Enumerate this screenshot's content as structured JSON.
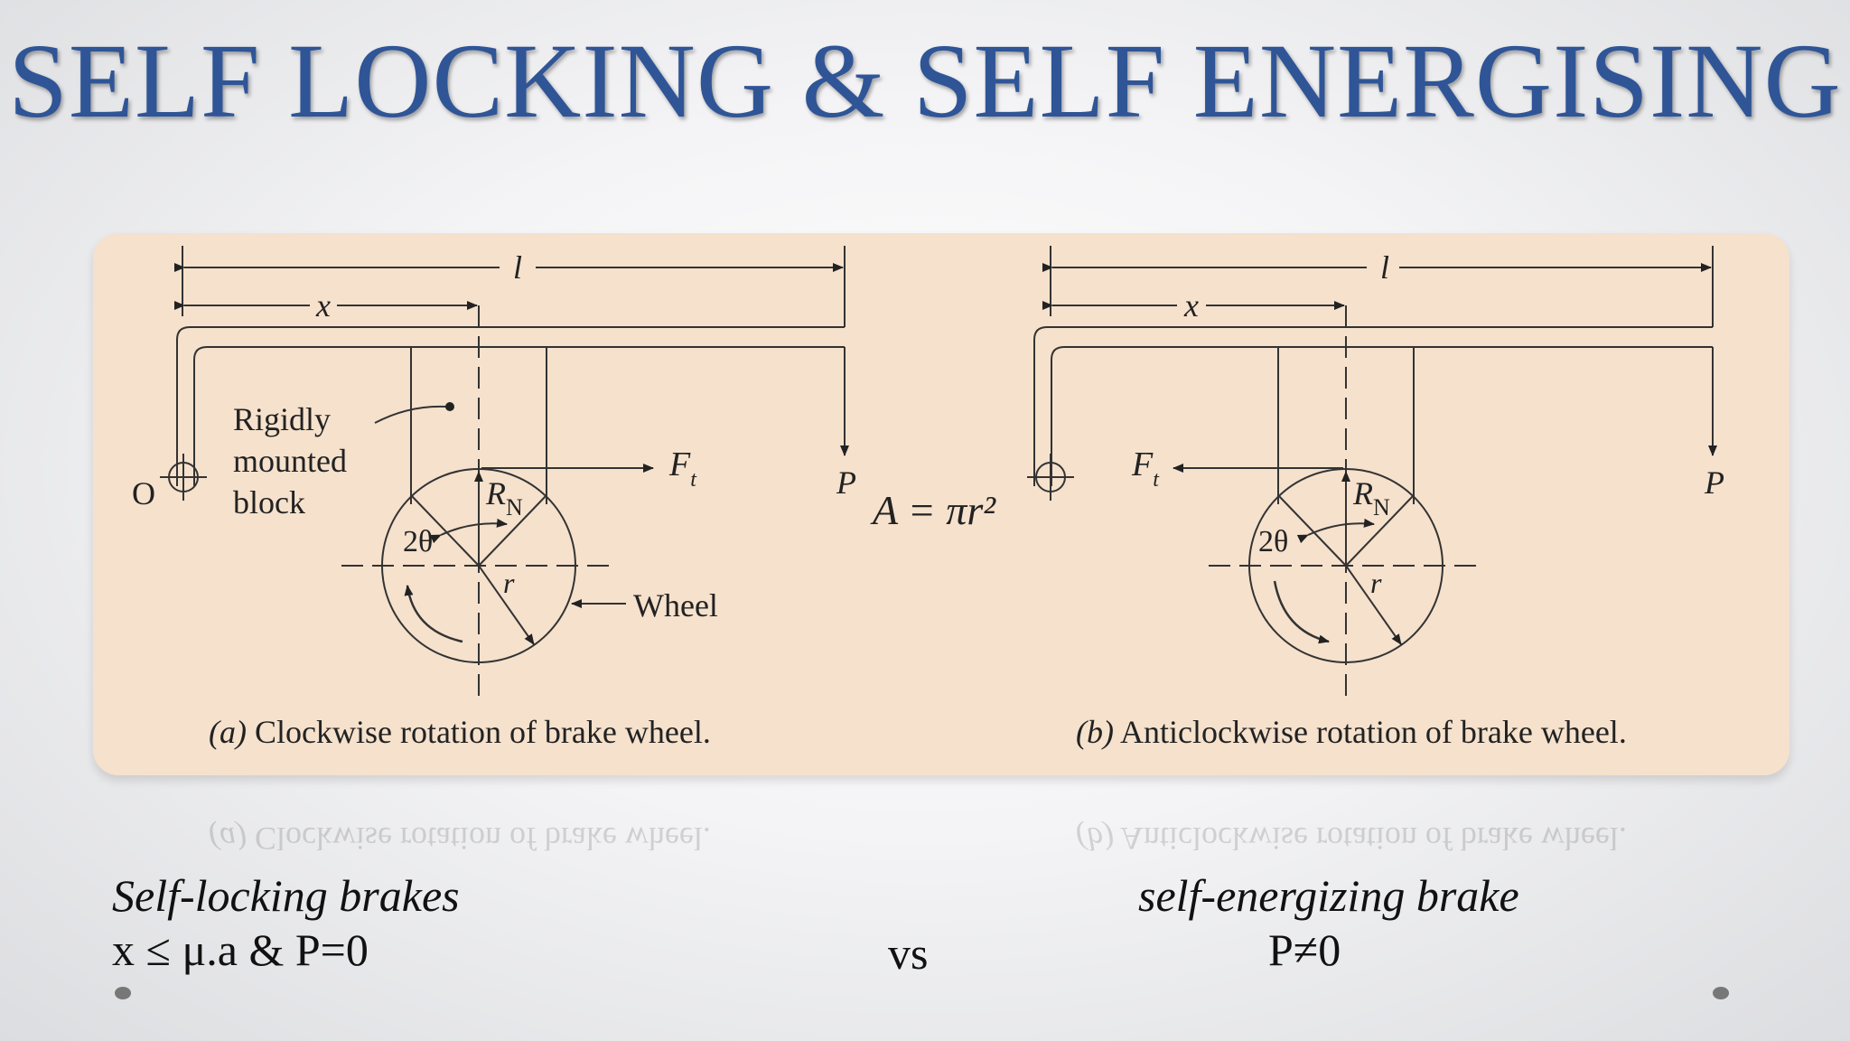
{
  "title": "SELF LOCKING & SELF ENERGISING",
  "figure": {
    "left": {
      "dim_l": "l",
      "dim_x": "x",
      "pivot": "O",
      "block_label": [
        "Rigidly",
        "mounted",
        "block"
      ],
      "force_ft": "F",
      "force_ft_sub": "t",
      "force_p": "P",
      "normal": "R",
      "normal_sub": "N",
      "angle": "2θ",
      "radius": "r",
      "wheel": "Wheel",
      "caption_letter": "(a)",
      "caption": "Clockwise rotation of brake wheel."
    },
    "right": {
      "dim_l": "l",
      "dim_x": "x",
      "force_ft": "F",
      "force_ft_sub": "t",
      "force_p": "P",
      "normal": "R",
      "normal_sub": "N",
      "angle": "2θ",
      "radius": "r",
      "caption_letter": "(b)",
      "caption": "Anticlockwise rotation of brake wheel."
    }
  },
  "formula": "A = πr²",
  "left_text": {
    "heading": "Self-locking brakes",
    "condition": "x ≤ μ.a & P=0"
  },
  "middle_text": "vs",
  "right_text": {
    "heading": "self-energizing brake",
    "condition": "P≠0"
  },
  "colors": {
    "title": "#2f5597",
    "panel": "#f5e1cc",
    "ink": "#222222"
  }
}
